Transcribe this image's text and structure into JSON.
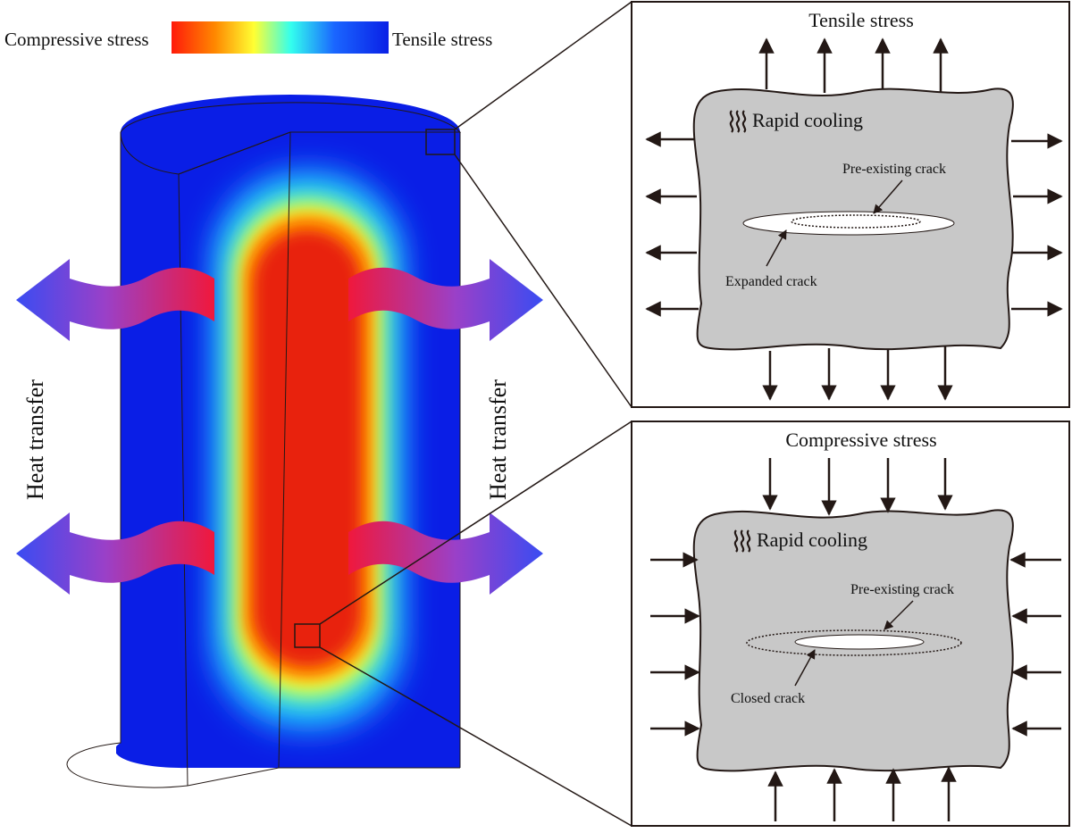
{
  "colorbar": {
    "left_label": "Compressive stress",
    "right_label": "Tensile stress",
    "colors": [
      "#ff1a0a",
      "#ff8800",
      "#ffff33",
      "#33ffee",
      "#1a66ff",
      "#0a20e6"
    ]
  },
  "cylinder": {
    "heat_transfer_left": "Heat transfer",
    "heat_transfer_right": "Heat transfer",
    "colors": {
      "outer": "#0a1ee6",
      "core": "#e8220a",
      "arrow_blue": "#4450f0",
      "arrow_red": "#f0183c"
    }
  },
  "panel_top": {
    "title": "Tensile stress",
    "cooling_label": "Rapid cooling",
    "pre_crack_label": "Pre-existing crack",
    "crack_label": "Expanded crack"
  },
  "panel_bottom": {
    "title": "Compressive stress",
    "cooling_label": "Rapid cooling",
    "pre_crack_label": "Pre-existing crack",
    "crack_label": "Closed crack"
  },
  "colors": {
    "material": "#c8c8c8",
    "arrow": "#231815",
    "outline": "#231815"
  }
}
